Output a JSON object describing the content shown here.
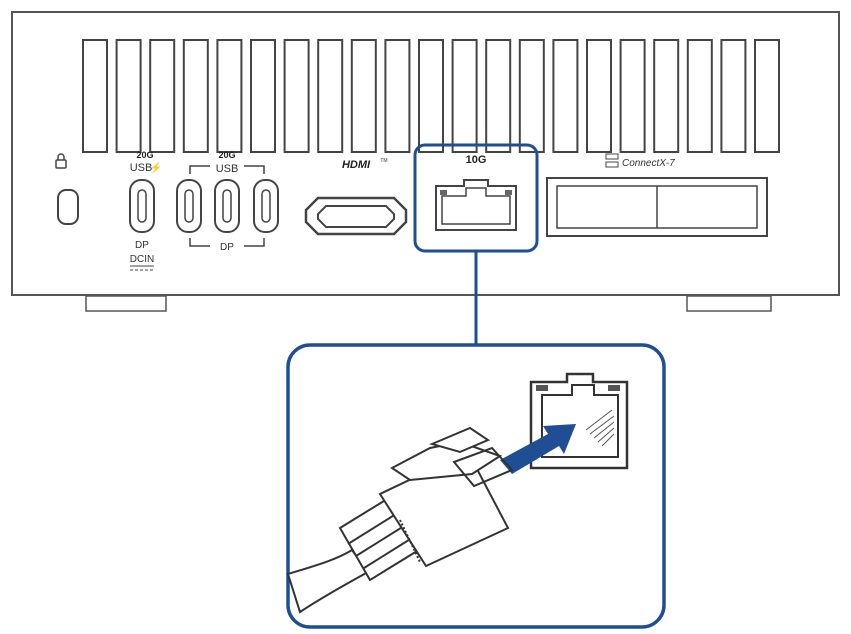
{
  "ports": {
    "usb_left": {
      "speed": "20G",
      "type": "USB",
      "bottom_1": "DP",
      "bottom_2": "DCIN"
    },
    "usb_group": {
      "speed": "20G",
      "type": "USB",
      "bottom": "DP"
    },
    "hdmi": {
      "label": "HDMI",
      "tm": "TM"
    },
    "ethernet": {
      "speed": "10G"
    },
    "nic": {
      "label": "ConnectX-7"
    }
  },
  "colors": {
    "highlight": "#1f4e95",
    "arrow": "#1f4e95",
    "line": "#444444"
  },
  "icons": {
    "lock": "kensington-lock-icon",
    "network": "network-icon"
  }
}
